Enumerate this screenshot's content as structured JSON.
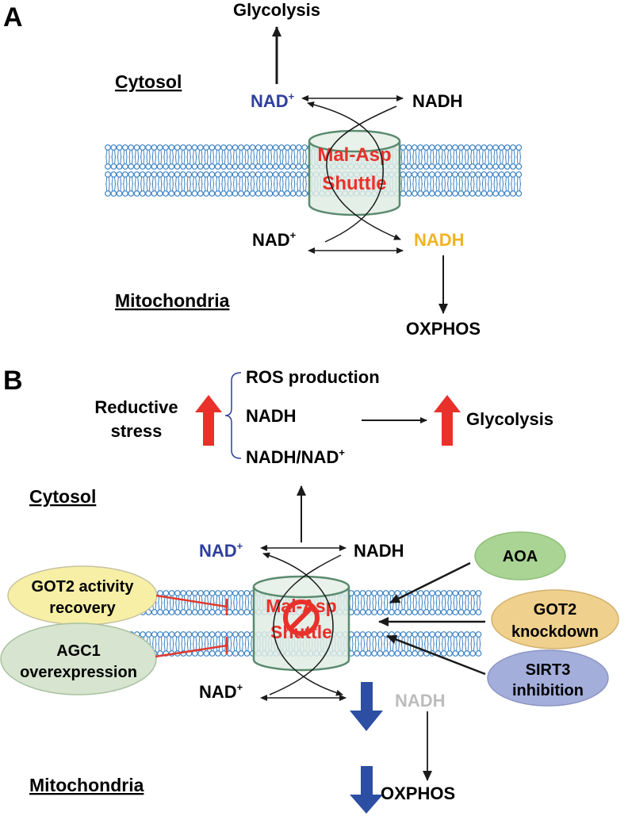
{
  "colors": {
    "black": "#1a1a1a",
    "blue": "#2e3f9c",
    "gold": "#f0b323",
    "red": "#e8312a",
    "grey": "#bcbcbc",
    "membrane": "#3d83c4",
    "shuttle_fill": "#dfece3",
    "shuttle_stroke": "#5a8a6e",
    "inhibit": "#e03a2f",
    "down_arrow": "#2d4fa3",
    "aoa_fill": "#aad494",
    "got2kd_fill": "#efd18d",
    "sirt3_fill": "#a3aedb",
    "got2rec_fill": "#f6efa5",
    "agc1_fill": "#d7e4cf"
  },
  "panel_a": {
    "label": "A",
    "glycolysis": "Glycolysis",
    "cytosol": "Cytosol",
    "nad_plus_top": "NAD",
    "nadh_top": "NADH",
    "shuttle_line1": "Mal-Asp",
    "shuttle_line2": "Shuttle",
    "nad_plus_bottom": "NAD",
    "nadh_bottom": "NADH",
    "mitochondria": "Mitochondria",
    "oxphos": "OXPHOS"
  },
  "panel_b": {
    "label": "B",
    "ros": "ROS production",
    "nadh_mid": "NADH",
    "ratio": "NADH/NAD",
    "reductive_line1": "Reductive",
    "reductive_line2": "stress",
    "glycolysis": "Glycolysis",
    "cytosol": "Cytosol",
    "nad_plus_top": "NAD",
    "nadh_top": "NADH",
    "shuttle_line1": "Mal-Asp",
    "shuttle_line2": "Shuttle",
    "nad_plus_bottom": "NAD",
    "nadh_bottom": "NADH",
    "mitochondria": "Mitochondria",
    "oxphos": "OXPHOS",
    "got2_recovery_line1": "GOT2 activity",
    "got2_recovery_line2": "recovery",
    "agc1_line1": "AGC1",
    "agc1_line2": "overexpression",
    "aoa": "AOA",
    "got2_kd_line1": "GOT2",
    "got2_kd_line2": "knockdown",
    "sirt3_line1": "SIRT3",
    "sirt3_line2": "inhibition",
    "plus": "+"
  }
}
